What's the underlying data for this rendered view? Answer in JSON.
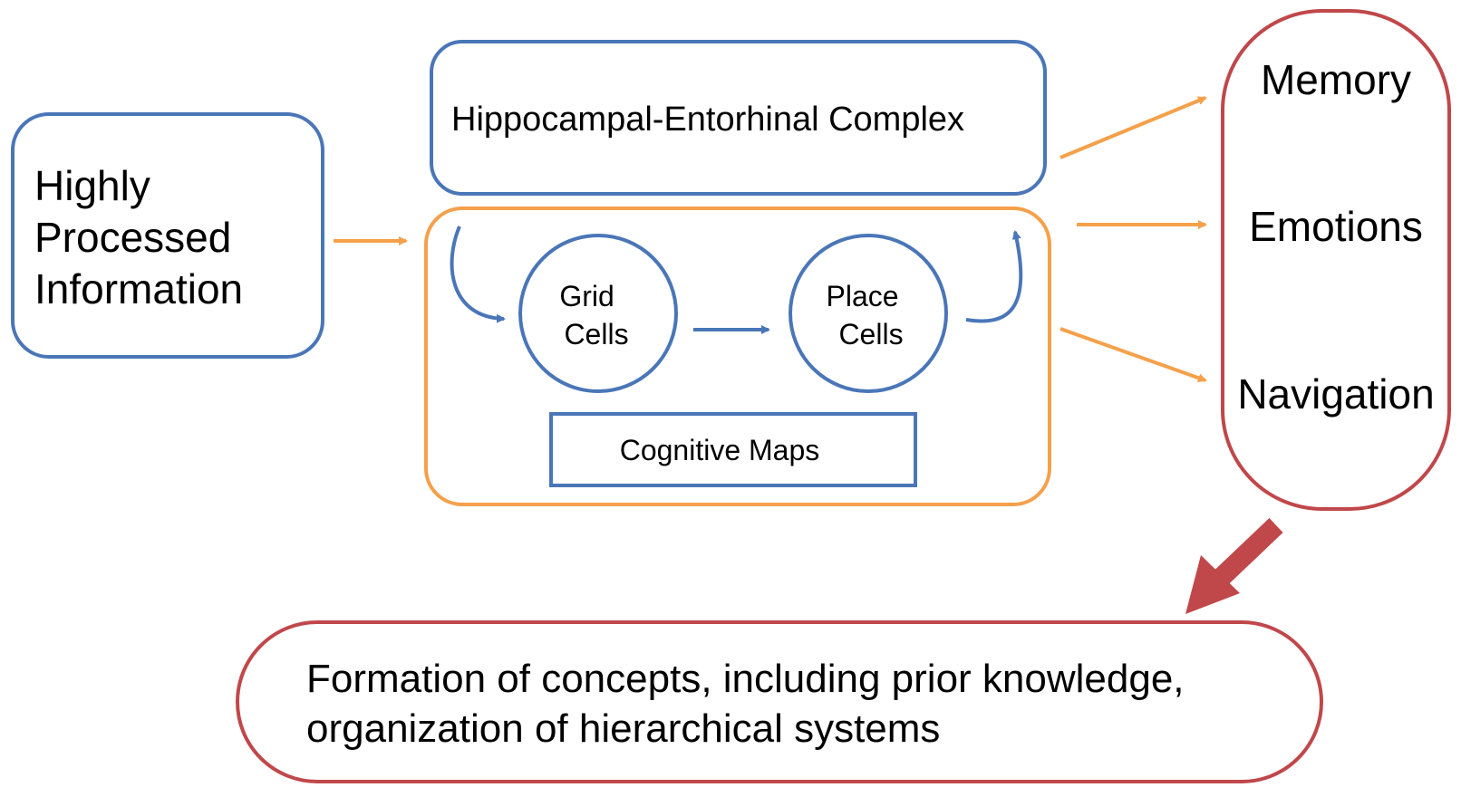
{
  "nodes": {
    "input": {
      "lines": [
        "Highly",
        "Processed",
        "Information"
      ]
    },
    "complex": {
      "label": "Hippocampal-Entorhinal Complex"
    },
    "grid_cells": {
      "lines": [
        "Grid",
        "Cells"
      ]
    },
    "place_cells": {
      "lines": [
        "Place",
        "Cells"
      ]
    },
    "cognitive_maps": {
      "label": "Cognitive Maps"
    },
    "outputs": {
      "items": [
        "Memory",
        "Emotions",
        "Navigation"
      ]
    },
    "concepts": {
      "lines": [
        "Formation of concepts, including prior knowledge,",
        "organization of hierarchical systems"
      ]
    }
  },
  "colors": {
    "blue": "#4a76b8",
    "orange": "#f5a04a",
    "red": "#c0474a",
    "text": "#000000",
    "background": "#ffffff"
  }
}
